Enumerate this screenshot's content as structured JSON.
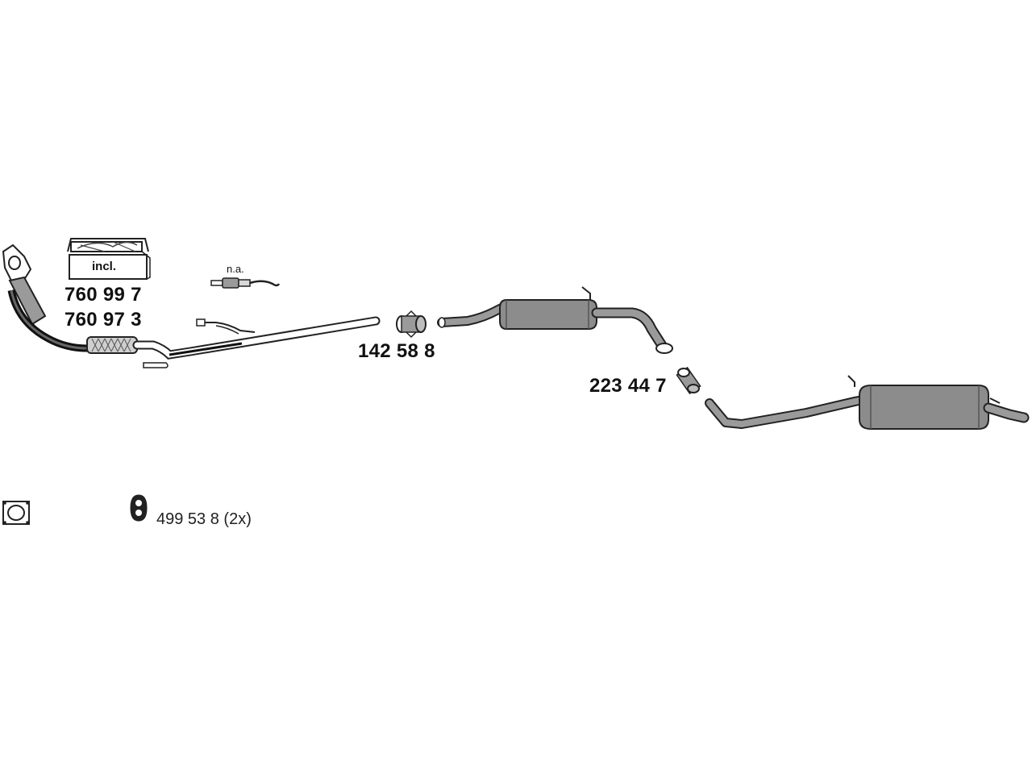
{
  "parts": {
    "catalyst_incl": "incl.",
    "catalyst_part_a": "760 99 7",
    "catalyst_part_b": "760 97 3",
    "sensor_note": "n.a.",
    "clamp_front": "142 58 8",
    "clamp_rear": "223 44 7",
    "rubber_mount": "499 53 8 (2x)"
  },
  "colors": {
    "line": "#222222",
    "muffler_fill": "#8c8c8c",
    "pipe_fill": "#ffffff"
  }
}
